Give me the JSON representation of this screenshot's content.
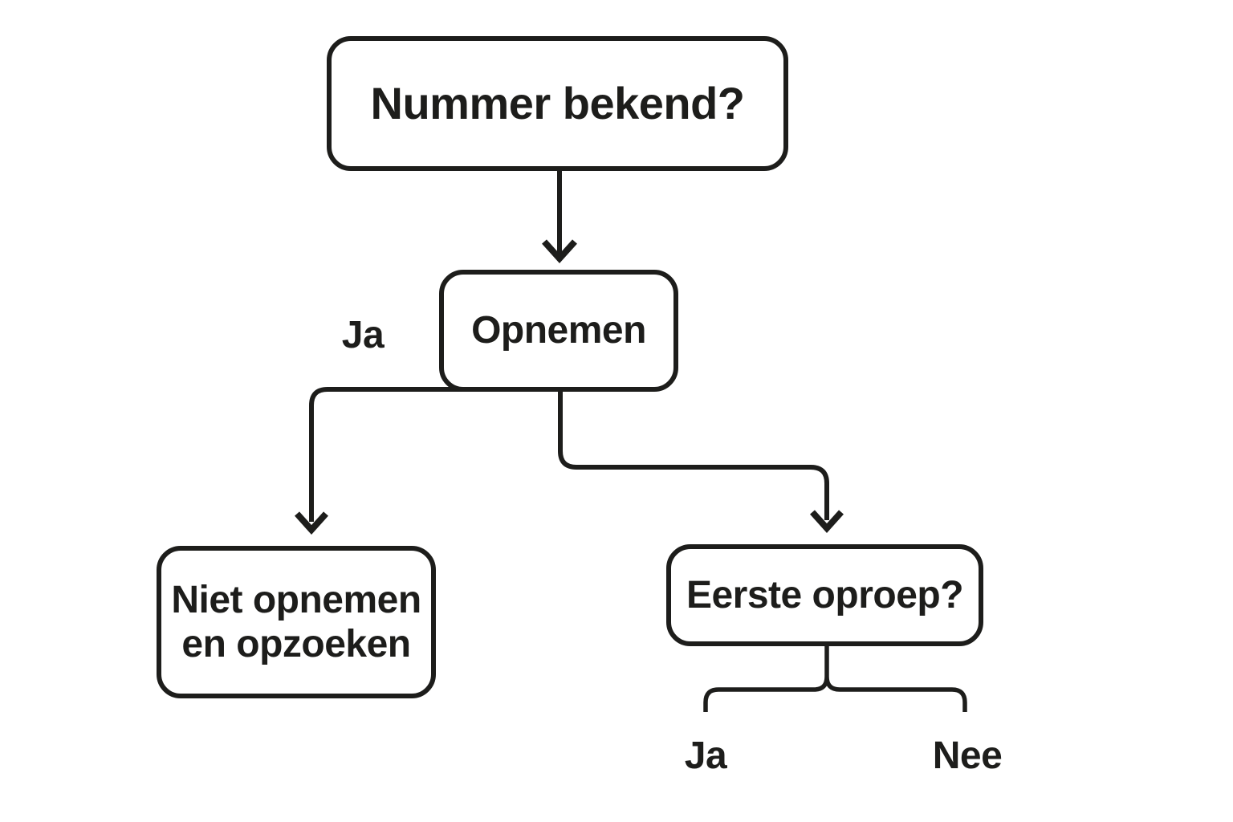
{
  "diagram": {
    "type": "flowchart",
    "language": "nl",
    "colors": {
      "background": "#ffffff",
      "line": "#1d1d1b",
      "text": "#1d1d1b"
    },
    "nodes": [
      {
        "id": "nummer-bekend",
        "label": "Nummer bekend?"
      },
      {
        "id": "opnemen",
        "label": "Opnemen"
      },
      {
        "id": "niet-opnemen-en-opzoeken",
        "label": "Niet opnemen\nen opzoeken"
      },
      {
        "id": "eerste-oproep",
        "label": "Eerste oproep?"
      }
    ],
    "edge_labels": [
      {
        "id": "ja-bij-opnemen",
        "text": "Ja"
      },
      {
        "id": "ja-bij-eerste-oproep",
        "text": "Ja"
      },
      {
        "id": "nee-bij-eerste-oproep",
        "text": "Nee"
      }
    ],
    "edges": [
      {
        "from": "nummer-bekend",
        "to": "opnemen",
        "style": "arrow"
      },
      {
        "from": "opnemen",
        "to": "niet-opnemen-en-opzoeken",
        "label": "Ja",
        "style": "arrow"
      },
      {
        "from": "opnemen",
        "to": "eerste-oproep",
        "style": "arrow"
      },
      {
        "from": "eerste-oproep",
        "to": "Ja / Nee",
        "style": "brace-split"
      }
    ]
  }
}
